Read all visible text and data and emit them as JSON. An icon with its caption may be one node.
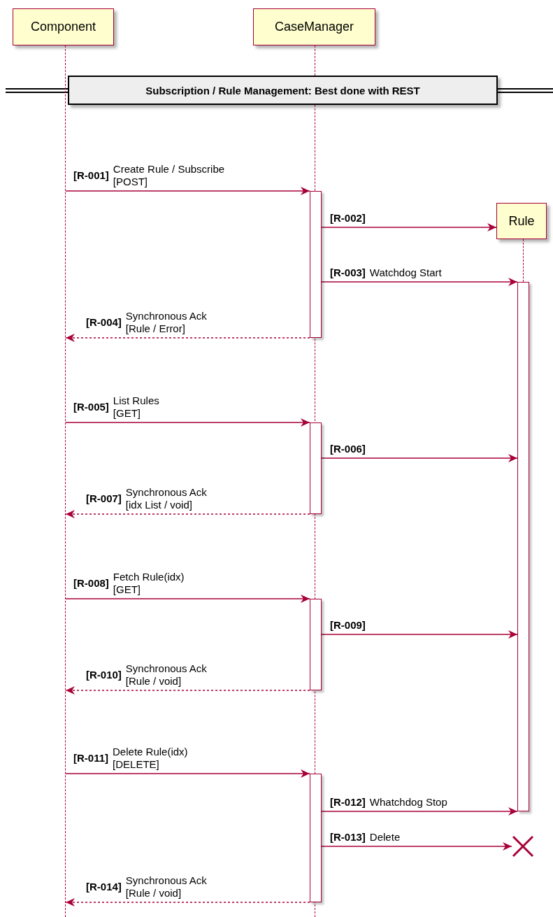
{
  "diagram": {
    "nodes": [
      {
        "text": [
          "Component"
        ]
      },
      {
        "text": [
          "CaseManager"
        ]
      },
      {
        "text": [
          "Rule"
        ]
      },
      {
        "text": [
          "Subscription / Rule Management: Best done with REST"
        ]
      },
      {
        "text": [],
        "shape": "line"
      },
      {
        "text": [],
        "shape": "line"
      },
      {
        "text": [],
        "shape": "line"
      },
      {
        "text": [],
        "shape": "bar"
      },
      {
        "text": [],
        "shape": "bar"
      },
      {
        "text": [],
        "shape": "bar"
      },
      {
        "text": [],
        "shape": "bar"
      },
      {
        "text": [],
        "shape": "bar"
      },
      {
        "text": [],
        "shape": "cross"
      }
    ],
    "edges": [
      {
        "from": 4,
        "to": 7,
        "arrow": "to",
        "label": "**[R-001]** Create Rule / Subscribe [POST]"
      },
      {
        "from": 7,
        "to": 2,
        "arrow": "to",
        "label": "[R-002]"
      },
      {
        "from": 7,
        "to": 11,
        "arrow": "to",
        "label": "**[R-003]** Watchdog Start"
      },
      {
        "from": 7,
        "to": 4,
        "arrow": "to",
        "style": "dashed",
        "label": "**[R-004]** Synchronous Ack [Rule / Error]"
      },
      {
        "from": 4,
        "to": 8,
        "arrow": "to",
        "label": "**[R-005]** List Rules [GET]"
      },
      {
        "from": 8,
        "to": 11,
        "arrow": "to",
        "label": "[R-006]"
      },
      {
        "from": 8,
        "to": 4,
        "arrow": "to",
        "style": "dashed",
        "label": "**[R-007]** Synchronous Ack [idx List / void]"
      },
      {
        "from": 4,
        "to": 9,
        "arrow": "to",
        "label": "**[R-008]** Fetch Rule(idx) [GET]"
      },
      {
        "from": 9,
        "to": 11,
        "arrow": "to",
        "label": "[R-009]"
      },
      {
        "from": 9,
        "to": 4,
        "arrow": "to",
        "style": "dashed",
        "label": "**[R-010]** Synchronous Ack [Rule / void]"
      },
      {
        "from": 4,
        "to": 10,
        "arrow": "to",
        "label": "**[R-011]** Delete Rule(idx) [DELETE]"
      },
      {
        "from": 10,
        "to": 11,
        "arrow": "to",
        "label": "**[R-012]** Whatchdog Stop"
      },
      {
        "from": 10,
        "to": 12,
        "arrow": "to",
        "label": "**[R-013]** Delete"
      },
      {
        "from": 10,
        "to": 4,
        "arrow": "to",
        "style": "dashed",
        "label": "**[R-014]** Synchronous Ack [Rule / void]"
      }
    ]
  }
}
